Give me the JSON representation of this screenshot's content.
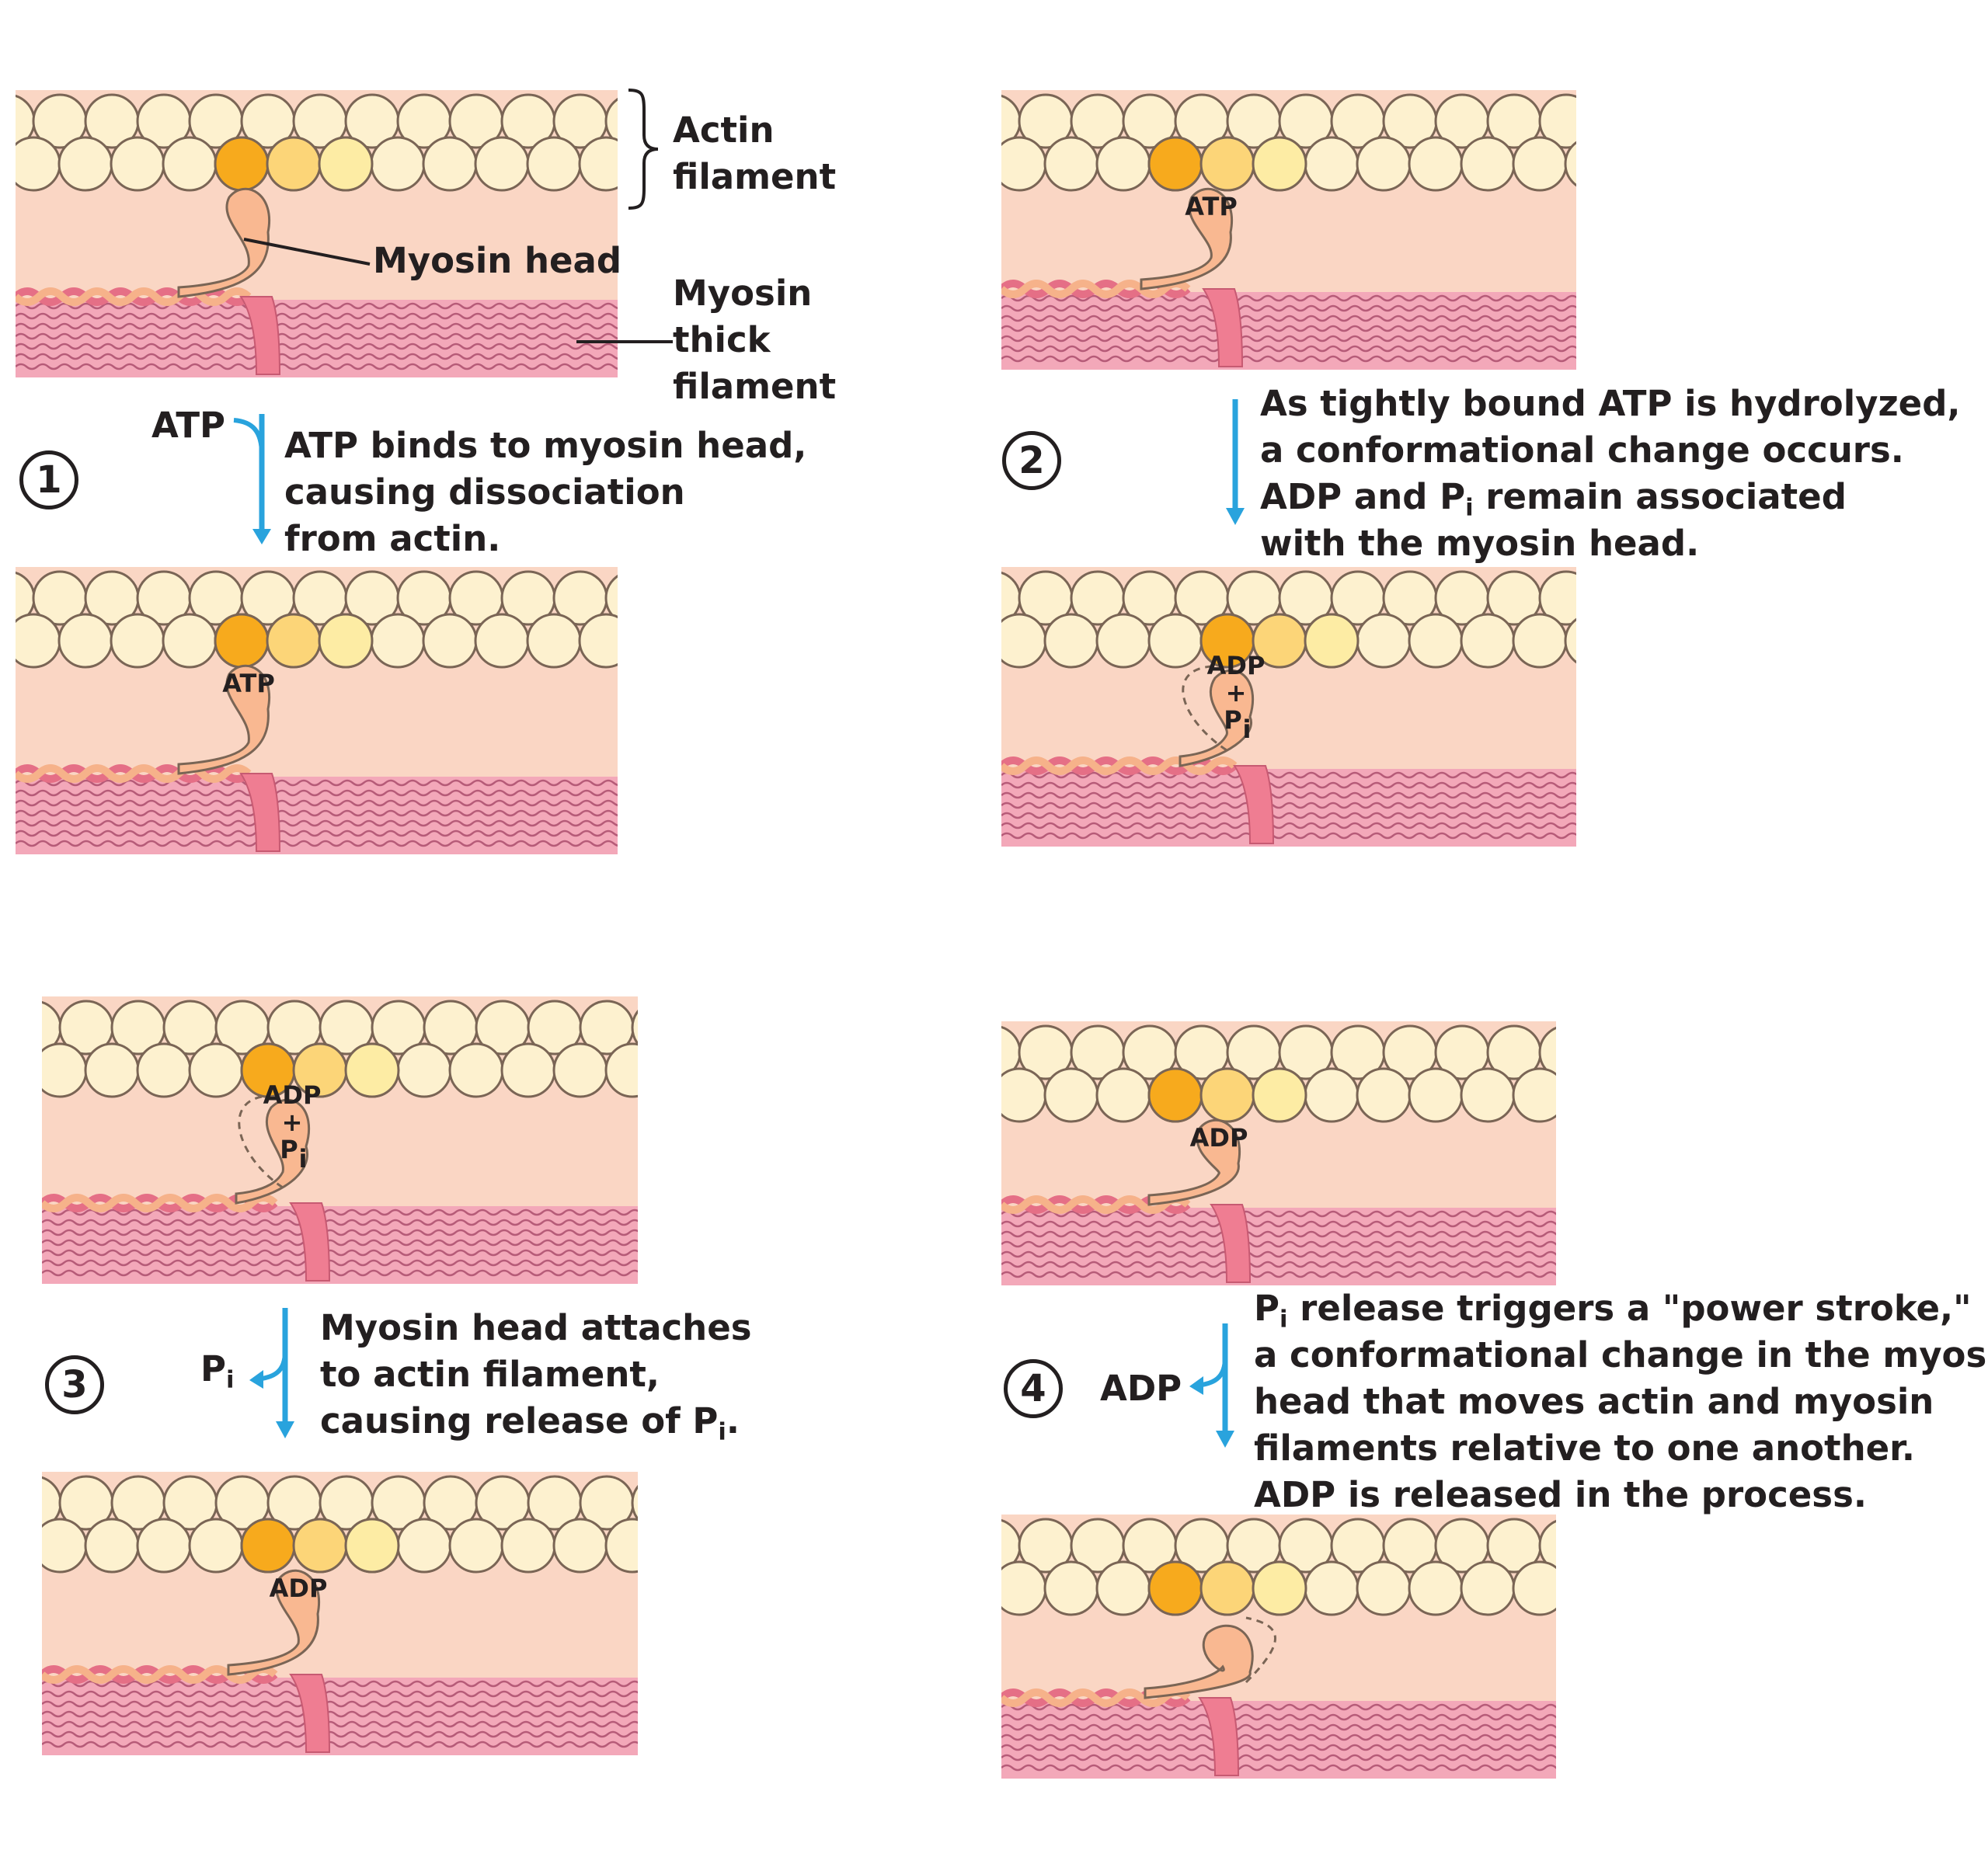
{
  "labels": {
    "actin": "Actin",
    "filament": "filament",
    "myosin_head": "Myosin head",
    "myosin": "Myosin",
    "thick": "thick",
    "filament2": "filament"
  },
  "steps": [
    {
      "number": "1",
      "input": "ATP",
      "lines": [
        "ATP binds to myosin head,",
        "causing dissociation",
        "from actin."
      ]
    },
    {
      "number": "2",
      "lines_pre": [
        "As tightly bound ATP is hydrolyzed,",
        "a conformational change occurs."
      ],
      "line3_a": "ADP and P",
      "line3_sub": "i",
      "line3_b": " remain associated",
      "line4": "with the myosin head."
    },
    {
      "number": "3",
      "output_a": "P",
      "output_sub": "i",
      "lines": [
        "Myosin head attaches",
        "to actin filament,"
      ],
      "line3_a": "causing release of P",
      "line3_sub": "i",
      "line3_b": "."
    },
    {
      "number": "4",
      "output": "ADP",
      "line1_a": "P",
      "line1_sub": "i",
      "line1_b": " release triggers a \"power stroke,\"",
      "lines": [
        "a conformational change in the myosin",
        "head that moves actin and myosin",
        "filaments relative to one another.",
        "ADP is released in the process."
      ]
    }
  ],
  "panel_labels": {
    "p2": "ATP",
    "p3": "ATP",
    "p4_a": "ADP",
    "p4_b": "+",
    "p4_c": "P",
    "p4_sub": "i",
    "p5_a": "ADP",
    "p5_b": "+",
    "p5_c": "P",
    "p5_sub": "i",
    "p6": "ADP",
    "p7": "ADP",
    "p8": ""
  },
  "colors": {
    "background": "#fad6c4",
    "actin_bead": "#fdf1cf",
    "bead_outline": "#7a6555",
    "bead_dark": "#f7aa1d",
    "bead_mid": "#fcd578",
    "bead_light": "#fdeca4",
    "myosin_head": "#f9b891",
    "thick_band": "#f3a8b9",
    "thick_line": "#b65b78",
    "arrow": "#29a3dd"
  }
}
